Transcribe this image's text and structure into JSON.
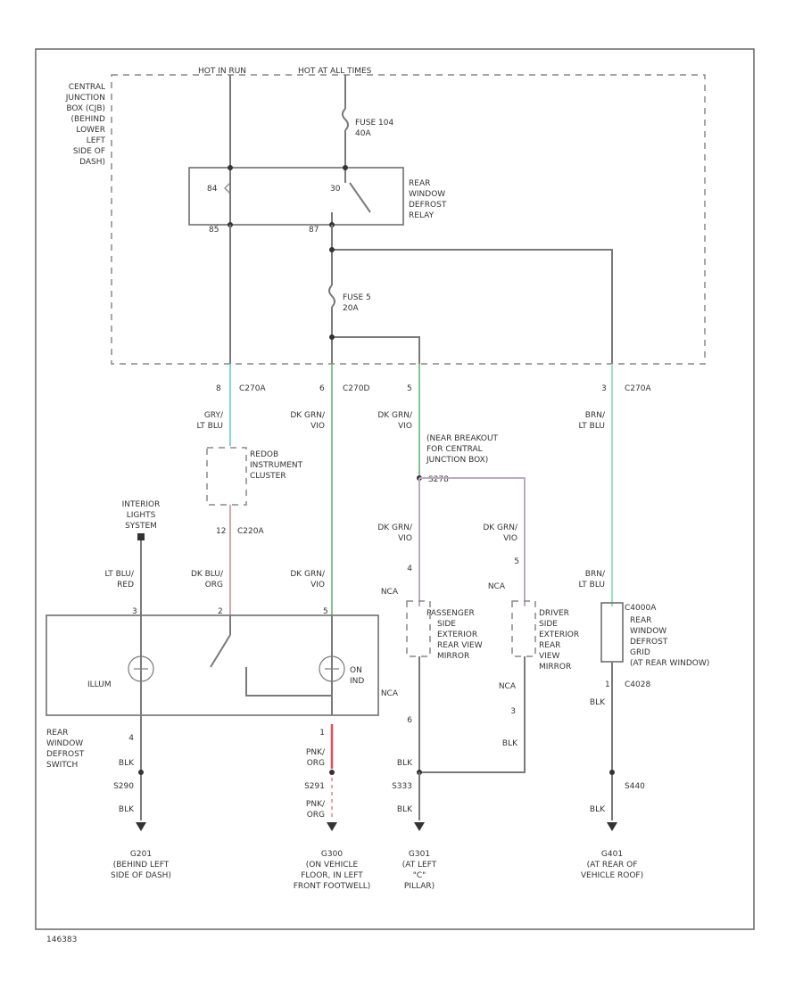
{
  "header": {
    "hot_run": "HOT IN RUN",
    "hot_all_times": "HOT AT ALL TIMES"
  },
  "cjb": {
    "line1": "CENTRAL",
    "line2": "JUNCTION",
    "line3": "BOX (CJB)",
    "line4": "(BEHIND",
    "line5": "LOWER",
    "line6": "LEFT",
    "line7": "SIDE OF",
    "line8": "DASH)"
  },
  "fuse104": {
    "line1": "FUSE 104",
    "line2": "40A"
  },
  "fuse5": {
    "line1": "FUSE 5",
    "line2": "20A"
  },
  "relay": {
    "line1": "REAR",
    "line2": "WINDOW",
    "line3": "DEFROST",
    "line4": "RELAY",
    "pin84": "84",
    "pin85": "85",
    "pin87": "87",
    "pin30": "30"
  },
  "connectors": {
    "c1": {
      "pin": "8",
      "id": "C270A"
    },
    "c2": {
      "pin": "6",
      "id": "C270D"
    },
    "c3": {
      "pin": "5",
      "id": ""
    },
    "c4": {
      "pin": "3",
      "id": "C270A"
    }
  },
  "wires": {
    "w1a": "GRY/",
    "w1b": "LT BLU",
    "w2a": "DK GRN/",
    "w2b": "VIO",
    "w3a": "DK GRN/",
    "w3b": "VIO",
    "w4a": "BRN/",
    "w4b": "LT BLU",
    "ltblu_a": "LT BLU/",
    "ltblu_b": "RED",
    "dkblu_a": "DK BLU/",
    "dkblu_b": "ORG",
    "dkgrn5_a": "DK GRN/",
    "dkgrn5_b": "VIO",
    "pass_a": "DK GRN/",
    "pass_b": "VIO",
    "drv_a": "DK GRN/",
    "drv_b": "VIO",
    "brn2_a": "BRN/",
    "brn2_b": "LT BLU"
  },
  "cluster": {
    "line1": "REDOB",
    "line2": "INSTRUMENT",
    "line3": "CLUSTER",
    "pin": "12",
    "conn": "C220A"
  },
  "interior": {
    "line1": "INTERIOR",
    "line2": "LIGHTS",
    "line3": "SYSTEM"
  },
  "splice": {
    "line1": "(NEAR BREAKOUT",
    "line2": "FOR CENTRAL",
    "line3": "JUNCTION BOX)",
    "id": "S278"
  },
  "switch": {
    "illum": "ILLUM",
    "on_ind_a": "ON",
    "on_ind_b": "IND",
    "name1": "REAR",
    "name2": "WINDOW",
    "name3": "DEFROST",
    "name4": "SWITCH",
    "pin_a": "3",
    "pin_b": "2",
    "pin_c": "5",
    "pin_d": "4",
    "pin_e": "1"
  },
  "mirrors": {
    "pass1": "PASSENGER",
    "pass2": "SIDE",
    "pass3": "EXTERIOR",
    "pass4": "REAR VIEW",
    "pass5": "MIRROR",
    "drv1": "DRIVER",
    "drv2": "SIDE",
    "drv3": "EXTERIOR",
    "drv4": "REAR",
    "drv5": "VIEW",
    "drv6": "MIRROR",
    "nca": "NCA",
    "pin4": "4",
    "pin6": "6",
    "pin5": "5",
    "pin3": "3"
  },
  "grid": {
    "line1": "REAR",
    "line2": "WINDOW",
    "line3": "DEFROST",
    "line4": "GRID",
    "line5": "(AT REAR WINDOW)",
    "top": "C4000A",
    "bottom": "C4028",
    "pin": "1"
  },
  "grounds": {
    "blk": "BLK",
    "pnk_a": "PNK/",
    "pnk_b": "ORG",
    "s1": "S290",
    "s2": "S291",
    "s3": "S333",
    "s4": "S440",
    "g1a": "G201",
    "g1b": "(BEHIND LEFT",
    "g1c": "SIDE OF DASH)",
    "g2a": "G300",
    "g2b": "(ON VEHICLE",
    "g2c": "FLOOR, IN LEFT",
    "g2d": "FRONT FOOTWELL)",
    "g3a": "G301",
    "g3b": "(AT LEFT",
    "g3c": "\"C\"",
    "g3d": "PILLAR)",
    "g4a": "G401",
    "g4b": "(AT REAR OF",
    "g4c": "VEHICLE ROOF)"
  },
  "footer": {
    "code": "146383"
  }
}
